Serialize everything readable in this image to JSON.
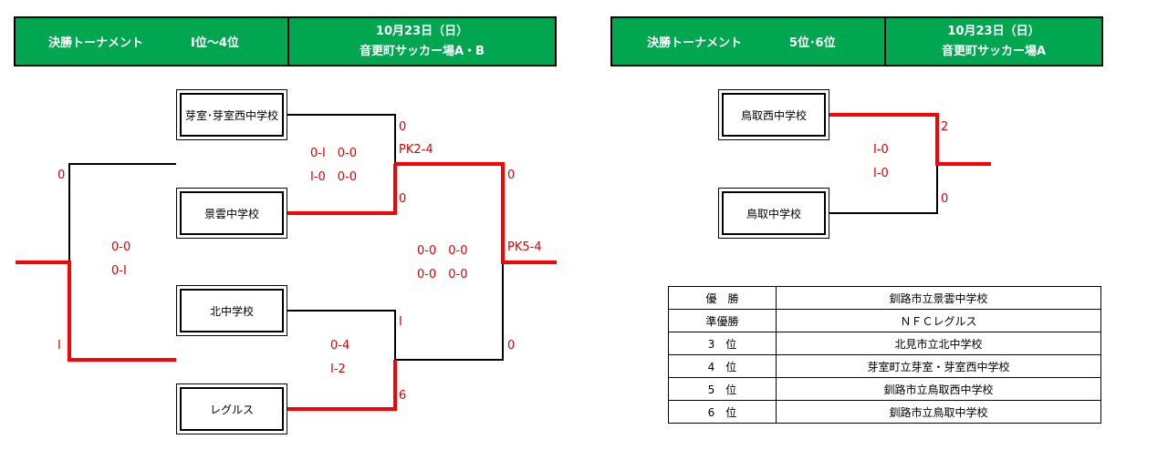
{
  "headers": [
    {
      "left": "決勝トーナメント　　　　Ⅰ位～4位",
      "date": "10月23日（日）",
      "venue": "音更町サッカー場A・B"
    },
    {
      "left": "決勝トーナメント　　　　5位･6位",
      "date": "10月23日（日）",
      "venue": "音更町サッカー場A"
    }
  ],
  "teams": {
    "t1": "芽室･芽室西中学校",
    "t2": "景雲中学校",
    "t3": "北中学校",
    "t4": "レグルス",
    "t5": "鳥取西中学校",
    "t6": "鳥取中学校"
  },
  "scores": {
    "sf1_top": "0",
    "sf1_h1": "0-Ⅰ　0-0",
    "sf1_h2": "Ⅰ-0　0-0",
    "sf1_pk": "PK2-4",
    "sf1_bot": "0",
    "sf2_top": "Ⅰ",
    "sf2_h1": "0-4",
    "sf2_h2": "Ⅰ-2",
    "sf2_bot": "6",
    "third_top": "0",
    "third_h1": "0-0",
    "third_h2": "0-Ⅰ",
    "third_bot": "Ⅰ",
    "final_top": "0",
    "final_h1": "0-0　0-0",
    "final_h2": "0-0　0-0",
    "final_pk": "PK5-4",
    "final_bot": "0",
    "fifth_top": "2",
    "fifth_h1": "Ⅰ-0",
    "fifth_h2": "Ⅰ-0",
    "fifth_bot": "0"
  },
  "colors": {
    "header": "#00a650",
    "winner_line": "#ff0000",
    "score_text": "#e00000"
  },
  "results": [
    {
      "rank": "優　勝",
      "school": "釧路市立景雲中学校"
    },
    {
      "rank": "準優勝",
      "school": "ＮＦＣレグルス"
    },
    {
      "rank": "3　位",
      "school": "北見市立北中学校"
    },
    {
      "rank": "4　位",
      "school": "芽室町立芽室・芽室西中学校"
    },
    {
      "rank": "5　位",
      "school": "釧路市立鳥取西中学校"
    },
    {
      "rank": "6　位",
      "school": "釧路市立鳥取中学校"
    }
  ]
}
